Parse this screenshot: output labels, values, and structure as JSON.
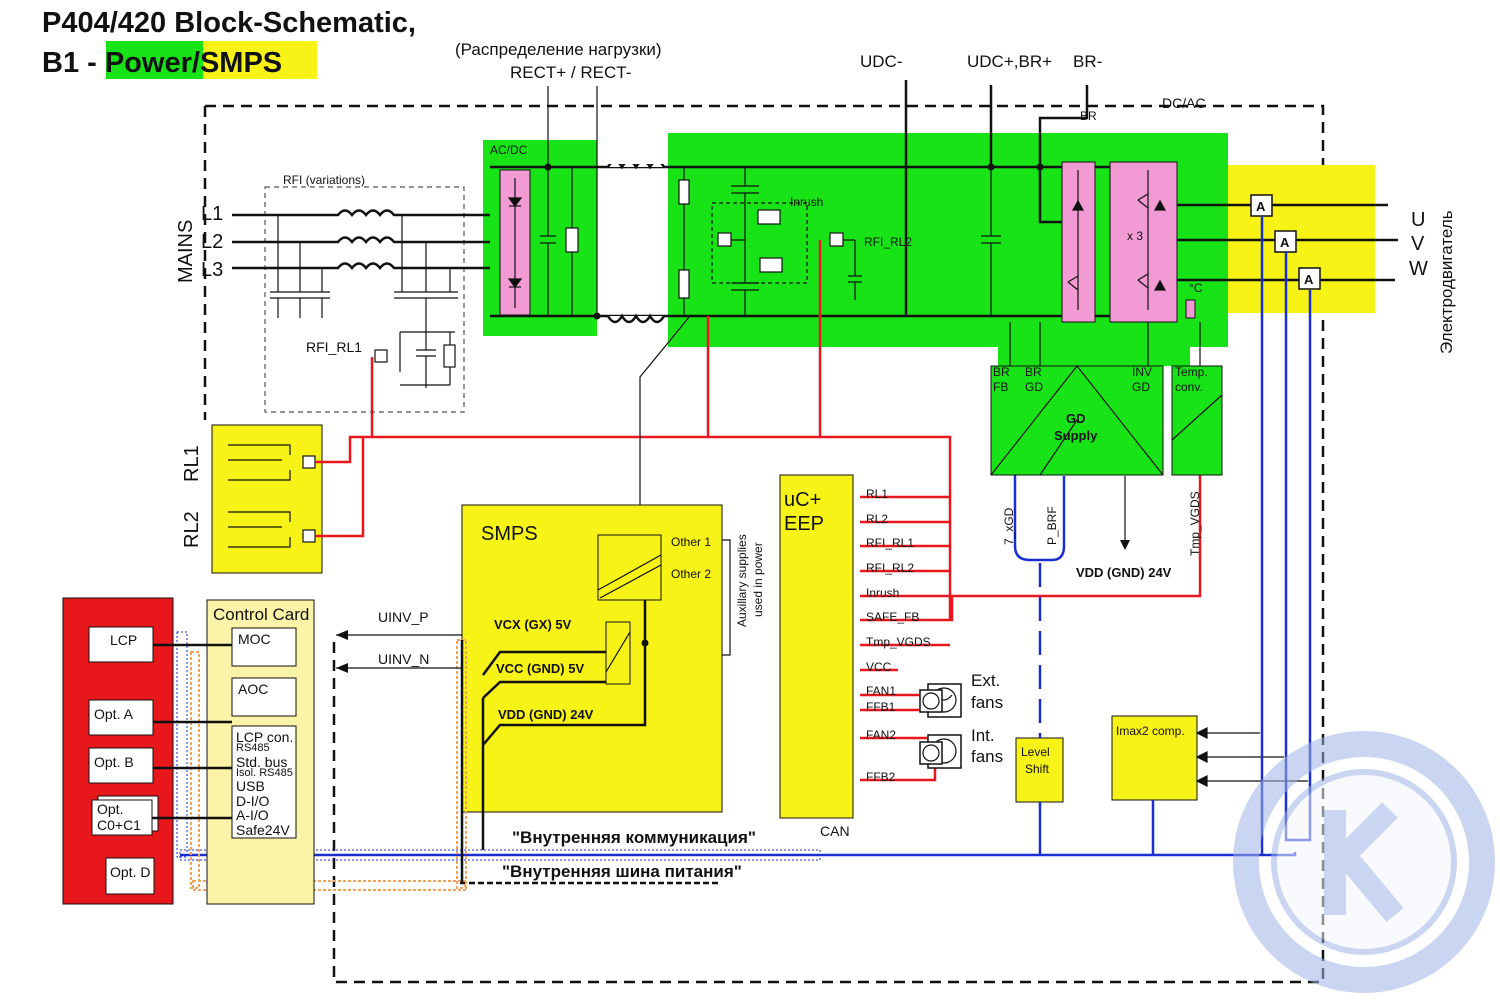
{
  "title": {
    "line1": "P404/420 Block-Schematic,",
    "line2_prefix": "B1 - ",
    "line2_power": "Power",
    "line2_sep": "/",
    "line2_smps": "SMPS"
  },
  "colors": {
    "green": "#17e317",
    "yellow": "#f8f317",
    "pink": "#f29ad3",
    "red": "#e8171c",
    "blue": "#1a2fd1",
    "control_card": "#fbf3a8",
    "orange": "#f2a25b"
  },
  "top_labels": {
    "load_distribution": "(Распределение нагрузки)",
    "rect": "RECT+ / RECT-",
    "udc_minus": "UDC-",
    "udc_plus_br": "UDC+,BR+",
    "br_minus": "BR-",
    "dc_ac": "DC/AC",
    "br": "BR"
  },
  "mains": {
    "label": "MAINS",
    "lines": [
      "L1",
      "L2",
      "L3"
    ],
    "rfi_variations": "RFI (variations)",
    "rfi_rl1": "RFI_RL1"
  },
  "power_stage": {
    "ac_dc": "AC/DC",
    "inrush": "Inrush",
    "rfi_rl2": "RFI_RL2",
    "x3": "x 3",
    "temp_c": "°C"
  },
  "outputs": {
    "phases": [
      "U",
      "V",
      "W"
    ],
    "ammeter": "A",
    "motor": "Электродвигатель"
  },
  "relays": {
    "rl1": "RL1",
    "rl2": "RL2"
  },
  "gd_supply": {
    "br_fb": [
      "BR",
      "FB"
    ],
    "br_gd": [
      "BR",
      "GD"
    ],
    "inv_gd": [
      "INV",
      "GD"
    ],
    "title": [
      "GD",
      "Supply"
    ],
    "temp_conv": [
      "Temp.",
      "conv."
    ]
  },
  "vertical_signals": {
    "z_xgd": "7_xGD",
    "p_brf": "P_BRF",
    "tmp_vgds": "Tmp_VGDS"
  },
  "vdd_gd": "VDD (GND) 24V",
  "smps": {
    "title": "SMPS",
    "other1": "Other 1",
    "other2": "Other 2",
    "vcx": "VCX (GX) 5V",
    "vcc": "VCC (GND) 5V",
    "vdd": "VDD (GND) 24V",
    "aux_line1": "Auxillary supplies",
    "aux_line2": "used in power"
  },
  "uc": {
    "title1": "uC+",
    "title2": "EEP",
    "pins": [
      "RL1",
      "RL2",
      "RFI_RL1",
      "RFI_RL2",
      "Inrush",
      "SAFE_FB",
      "Tmp_VGDS",
      "VCC",
      "FAN1",
      "FFB1",
      "FAN2",
      "FFB2"
    ],
    "can": "CAN"
  },
  "fans": {
    "ext": [
      "Ext.",
      "fans"
    ],
    "int": [
      "Int.",
      "fans"
    ]
  },
  "level_shift": [
    "Level",
    "Shift"
  ],
  "imax2": "Imax2 comp.",
  "uinv": {
    "p": "UINV_P",
    "n": "UINV_N"
  },
  "control_card": {
    "title": "Control Card",
    "moc": "MOC",
    "aoc": "AOC",
    "items": [
      "LCP con.",
      "RS485",
      "Std. bus",
      "Isol. RS485",
      "USB",
      "D-I/O",
      "A-I/O",
      "Safe24V"
    ]
  },
  "options": {
    "lcp": "LCP",
    "opt_a": "Opt. A",
    "opt_b": "Opt. B",
    "opt_c": [
      "Opt.",
      "C0+C1"
    ],
    "opt_d": "Opt. D"
  },
  "bus": {
    "internal_comm": "\"Внутренняя коммуникация\"",
    "internal_power": "\"Внутренняя шина питания\""
  }
}
